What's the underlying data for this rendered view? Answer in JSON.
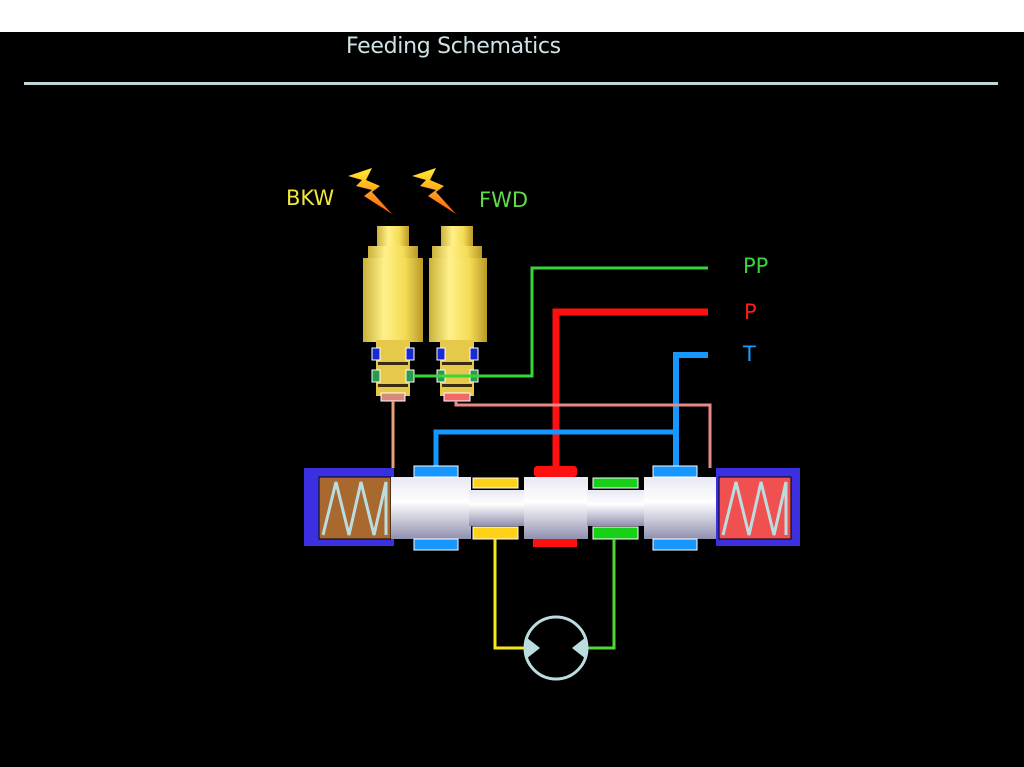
{
  "slide": {
    "title": "Feeding Schematics"
  },
  "diagram": {
    "solenoids": [
      {
        "label": "BKW",
        "color": "#f0e63c"
      },
      {
        "label": "FWD",
        "color": "#5fdc4a"
      }
    ],
    "ports": [
      {
        "label": "PP",
        "color": "#39d43a"
      },
      {
        "label": "P",
        "color": "#ff1a1a"
      },
      {
        "label": "T",
        "color": "#1a9cff"
      }
    ],
    "line_colors": {
      "pilot_pressure": "#39d43a",
      "pressure": "#ff1010",
      "tank": "#1696ff",
      "pilot_signal": "#e88a88",
      "motor_a": "#f4e81a",
      "motor_b": "#55d43a"
    },
    "components": {
      "solenoid_valve": "solenoid",
      "spool_valve": "spool",
      "motor": "hydraulic-motor"
    }
  }
}
